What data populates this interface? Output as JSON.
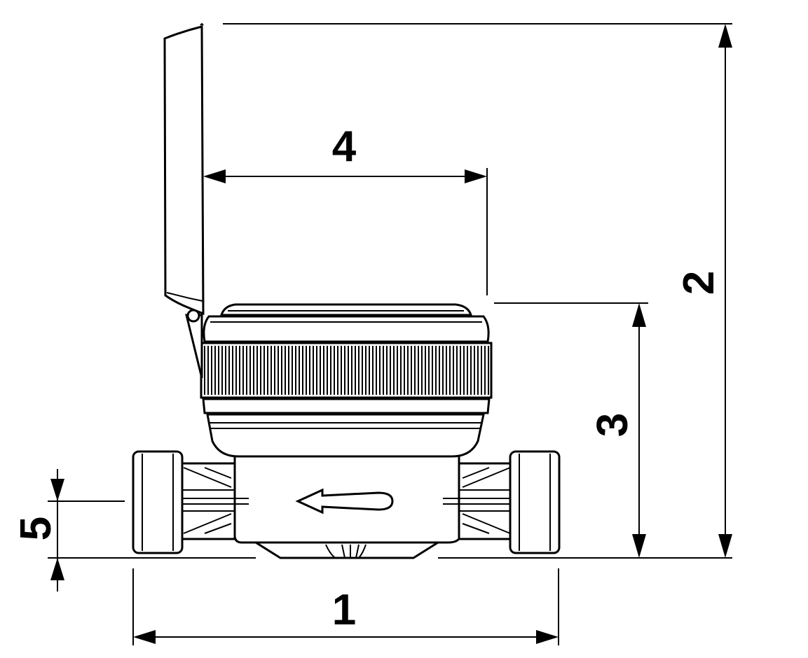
{
  "dimensions": {
    "d1": "1",
    "d2": "2",
    "d3": "3",
    "d4": "4",
    "d5": "5"
  },
  "colors": {
    "line": "#000000",
    "background": "#ffffff"
  }
}
